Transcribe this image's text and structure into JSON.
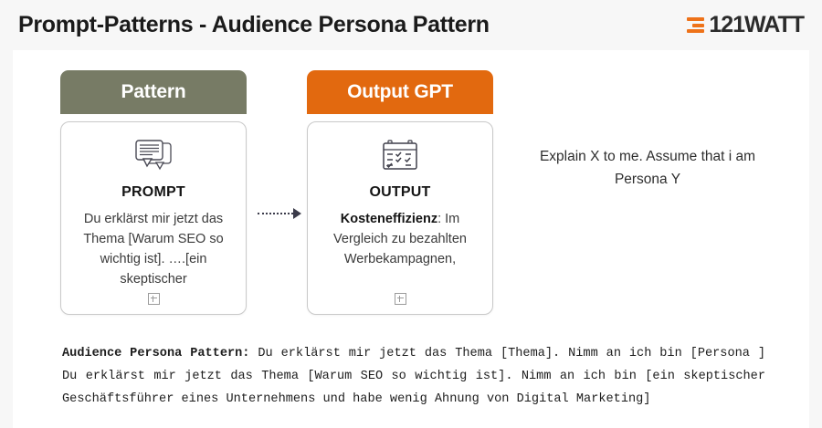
{
  "header": {
    "title": "Prompt-Patterns - Audience Persona Pattern",
    "brand_name": "121WATT",
    "brand_color": "#ee7219"
  },
  "flow": {
    "cards": [
      {
        "head_label": "Pattern",
        "head_color": "#777b65",
        "icon": "speech-bubbles-icon",
        "label": "PROMPT",
        "body_lead": "",
        "body_text": "Du erklärst mir jetzt das Thema [Warum SEO so wichtig ist]. ….[ein skeptischer",
        "expand_icon": "expand-plus-icon"
      },
      {
        "head_label": "Output GPT",
        "head_color": "#e2690f",
        "icon": "calendar-checklist-icon",
        "label": "OUTPUT",
        "body_lead": "Kosteneffizienz",
        "body_text": ": Im Vergleich zu bezahlten Werbekampagnen,",
        "expand_icon": "expand-plus-icon"
      }
    ],
    "arrow": "dotted-arrow-right-icon"
  },
  "side_note": "Explain X to me. Assume that i am Persona Y",
  "prompt_block": {
    "label": "Audience Persona Pattern:",
    "text": " Du erklärst mir jetzt das Thema [Thema]. Nimm an ich bin [Persona ] Du erklärst mir jetzt das Thema [Warum SEO so wichtig ist]. Nimm an ich bin [ein skeptischer Geschäftsführer eines Unternehmens und habe wenig Ahnung von Digital Marketing]"
  }
}
